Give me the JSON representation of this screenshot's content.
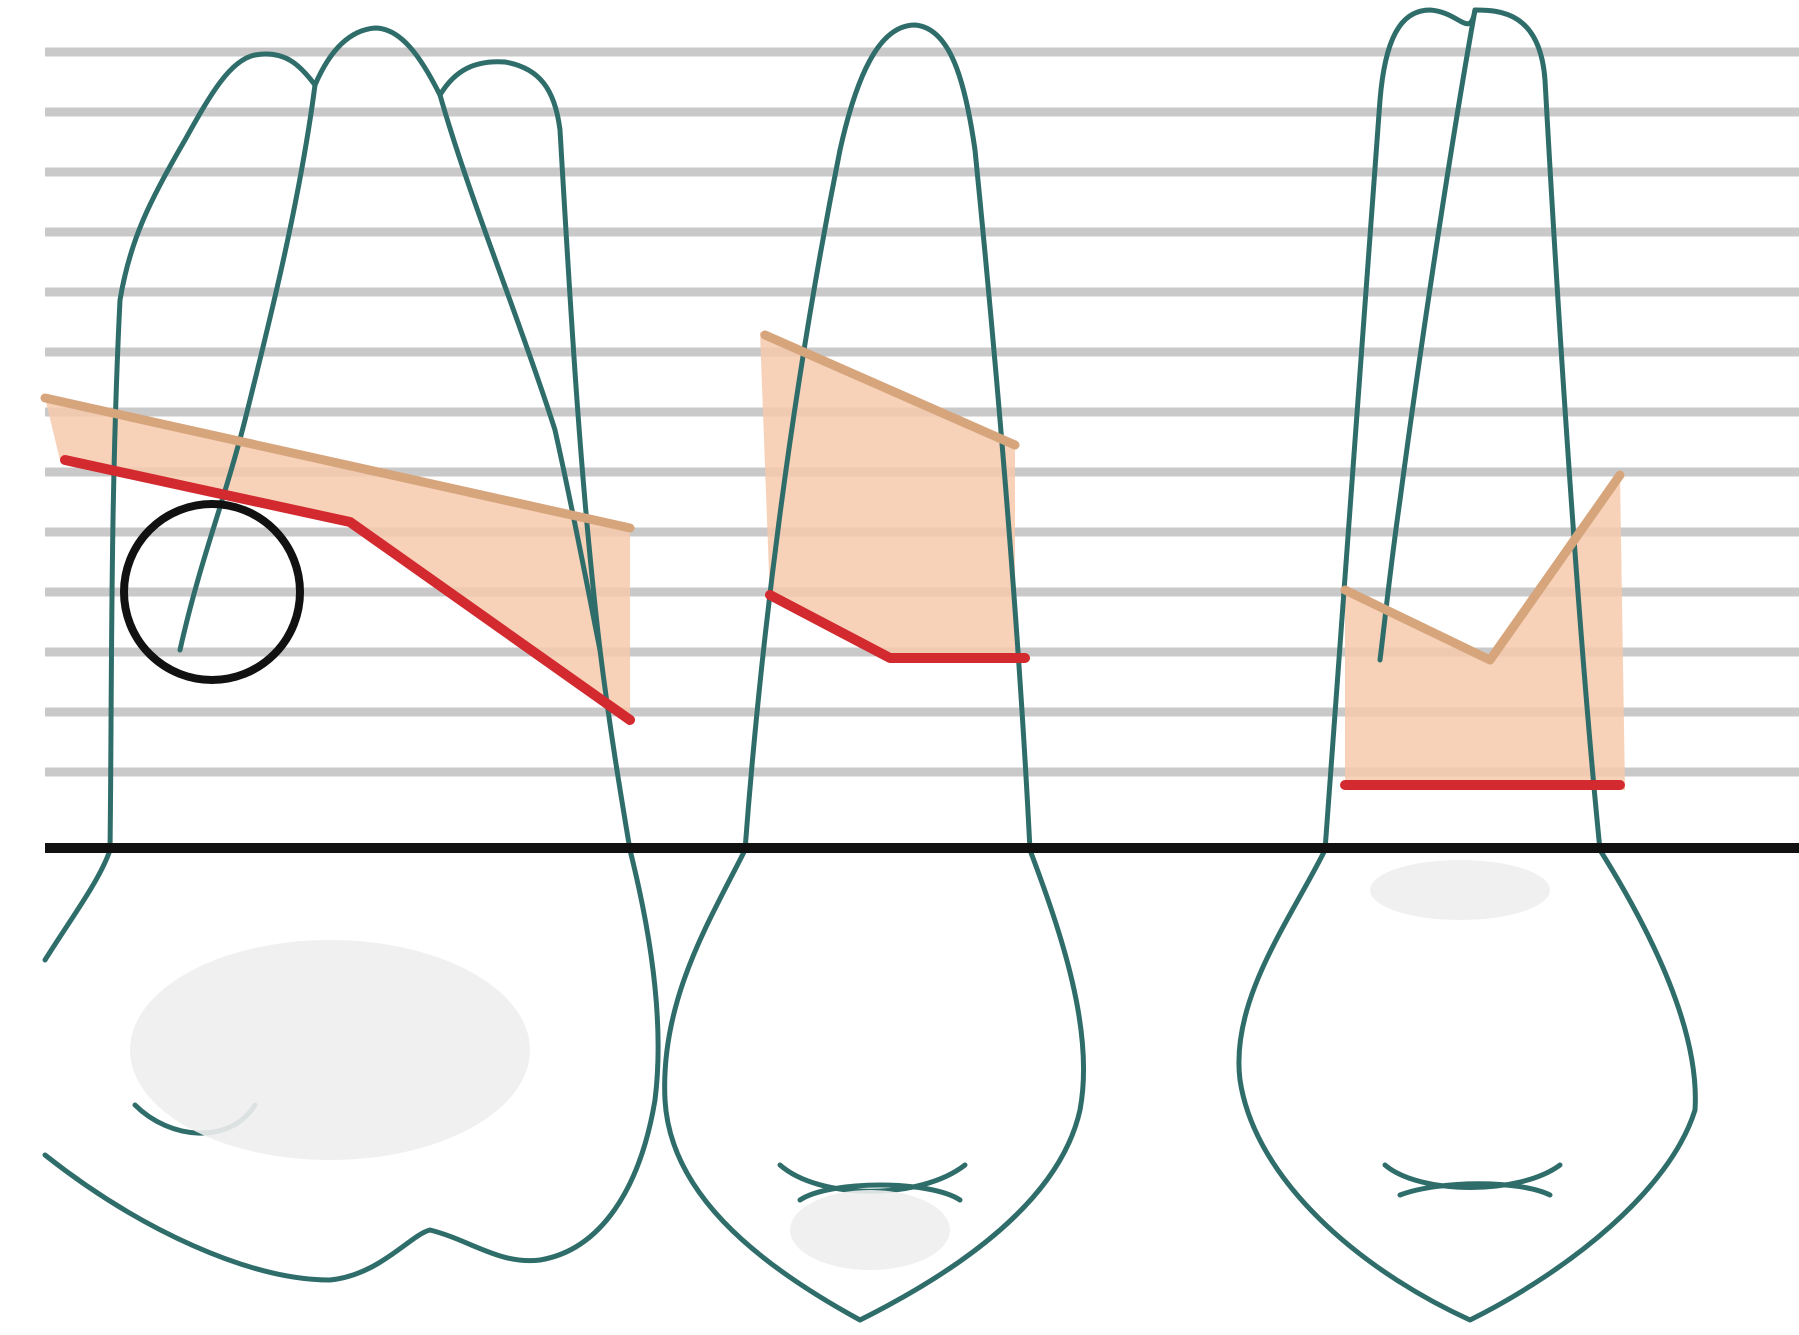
{
  "diagram": {
    "teeth": [
      {
        "id": "molar",
        "roots": 3
      },
      {
        "id": "premolar",
        "roots": 1
      },
      {
        "id": "premolar-two-root",
        "roots": 2
      }
    ],
    "colors": {
      "background": "#ffffff",
      "grid_lines": "#c9c9c9",
      "tooth_outline": "#2f6d6a",
      "bone_fill": "#f6c9ac",
      "bone_crest_line": "#d6a57c",
      "attachment_line": "#d22a2f",
      "reference_line": "#111111",
      "highlight_circle": "#111111"
    }
  }
}
